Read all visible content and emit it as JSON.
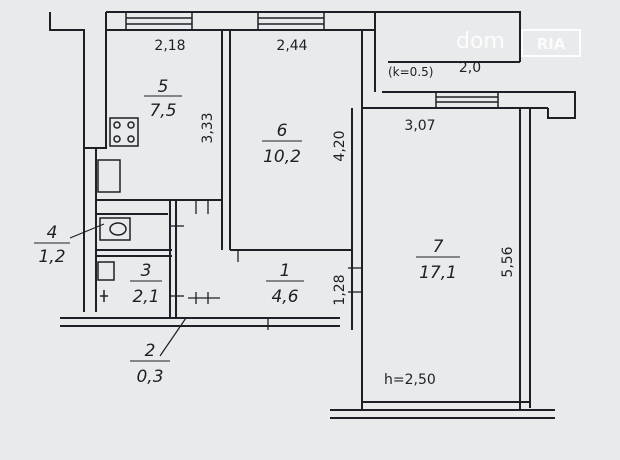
{
  "rooms": [
    {
      "number": "1",
      "area": "4,6"
    },
    {
      "number": "2",
      "area": "0,3"
    },
    {
      "number": "3",
      "area": "2,1"
    },
    {
      "number": "4",
      "area": "1,2"
    },
    {
      "number": "5",
      "area": "7,5"
    },
    {
      "number": "6",
      "area": "10,2"
    },
    {
      "number": "7",
      "area": "17,1"
    }
  ],
  "dimensions": {
    "kitchen_width": "2,18",
    "room6_width": "2,44",
    "kitchen_depth": "3,33",
    "room6_depth": "4,20",
    "room7_width": "3,07",
    "room7_depth": "5,56",
    "hall_width": "1,28",
    "balcony_area": "2,0"
  },
  "notes": {
    "balcony_coefficient": "(k=0.5)",
    "ceiling_height": "h=2,50"
  },
  "watermark": {
    "brand": "dom",
    "logo": "RIA"
  },
  "colors": {
    "paper": "#e9eaec",
    "ink": "#1d2026"
  }
}
